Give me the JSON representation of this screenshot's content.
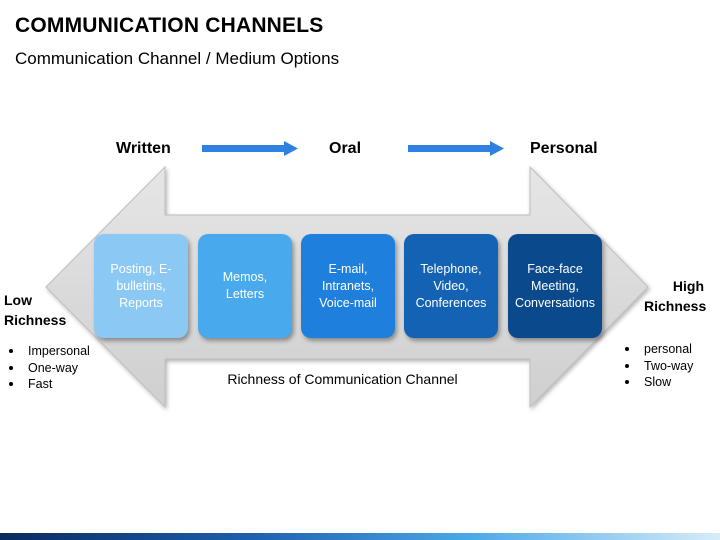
{
  "header": {
    "title": "COMMUNICATION CHANNELS",
    "subtitle": "Communication Channel / Medium Options"
  },
  "stages": [
    "Written",
    "Oral",
    "Personal"
  ],
  "boxes": [
    {
      "text": "Posting, E-bulletins, Reports",
      "color": "#8cc8f4"
    },
    {
      "text": "Memos, Letters",
      "color": "#48aaec"
    },
    {
      "text": "E-mail, Intranets, Voice-mail",
      "color": "#1e7fdc"
    },
    {
      "text": "Telephone, Video, Conferences",
      "color": "#1362b4"
    },
    {
      "text": "Face-face Meeting, Conversations",
      "color": "#0a4a8c"
    }
  ],
  "caption": "Richness of Communication Channel",
  "low": {
    "title_line1": "Low",
    "title_line2": "Richness",
    "bullets": [
      "Impersonal",
      "One-way",
      "Fast"
    ]
  },
  "high": {
    "title_line1": "High",
    "title_line2": "Richness",
    "bullets": [
      "personal",
      "Two-way",
      "Slow"
    ]
  },
  "colors": {
    "arrow_fill": "#d9d9d9",
    "small_arrow": "#2f80e0"
  }
}
